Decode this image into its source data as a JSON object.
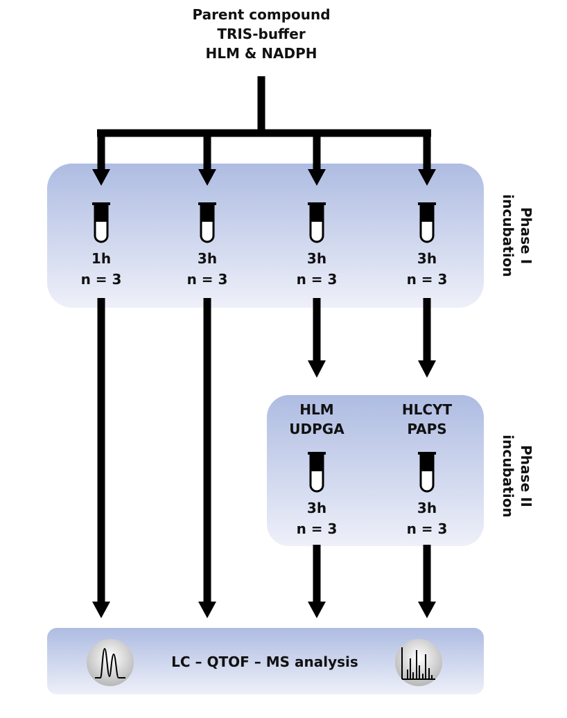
{
  "header": {
    "lines": [
      "Parent compound",
      "TRIS-buffer",
      "HLM & NADPH"
    ]
  },
  "phase1": {
    "side_label": [
      "Phase I",
      "incubation"
    ],
    "tubes": [
      {
        "time": "1h",
        "n": "n = 3"
      },
      {
        "time": "3h",
        "n": "n = 3"
      },
      {
        "time": "3h",
        "n": "n = 3"
      },
      {
        "time": "3h",
        "n": "n = 3"
      }
    ]
  },
  "phase2": {
    "side_label": [
      "Phase II",
      "incubation"
    ],
    "tubes": [
      {
        "reagents": [
          "HLM",
          "UDPGA"
        ],
        "time": "3h",
        "n": "n = 3"
      },
      {
        "reagents": [
          "HLCYT",
          "PAPS"
        ],
        "time": "3h",
        "n": "n = 3"
      }
    ]
  },
  "analysis": {
    "label": "LC – QTOF – MS analysis",
    "left_icon": "chromatogram-icon",
    "right_icon": "mass-spectrum-icon"
  },
  "colors": {
    "box_top": "#aebce2",
    "box_bottom": "#eef0f9",
    "arrow": "#000000"
  }
}
